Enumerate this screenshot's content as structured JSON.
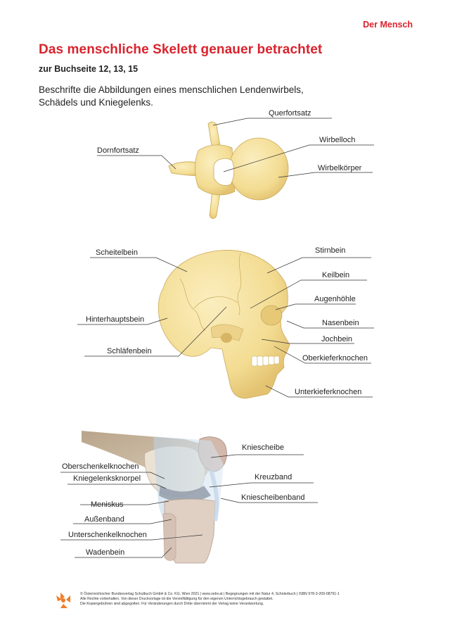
{
  "header": {
    "chapter": "Der Mensch"
  },
  "title": "Das menschliche Skelett genauer betrachtet",
  "subtitle": "zur Buchseite 12, 13, 15",
  "instruction": "Beschrifte die Abbildungen eines menschlichen Lendenwirbels, Schädels und Kniegelenks.",
  "vertebra": {
    "labels": {
      "querfortsatz": "Querfortsatz",
      "dornfortsatz": "Dornfortsatz",
      "wirbelloch": "Wirbelloch",
      "wirbelkoerper": "Wirbelkörper"
    }
  },
  "skull": {
    "labels": {
      "scheitelbein": "Scheitelbein",
      "hinterhauptsbein": "Hinterhauptsbein",
      "schlaefenbein": "Schläfenbein",
      "stirnbein": "Stirnbein",
      "keilbein": "Keilbein",
      "augenhoehle": "Augenhöhle",
      "nasenbein": "Nasenbein",
      "jochbein": "Jochbein",
      "oberkiefer": "Oberkieferknochen",
      "unterkiefer": "Unterkieferknochen"
    }
  },
  "knee": {
    "labels": {
      "oberschenkel": "Oberschenkelknochen",
      "knorpel": "Kniegelenksknorpel",
      "meniskus": "Meniskus",
      "aussenband": "Außenband",
      "unterschenkel": "Unterschenkelknochen",
      "wadenbein": "Wadenbein",
      "kniescheibe": "Kniescheibe",
      "kreuzband": "Kreuzband",
      "kniescheibenband": "Kniescheibenband"
    }
  },
  "footer": {
    "line1": "© Österreichischer Bundesverlag Schulbuch GmbH & Co. KG, Wien 2021 | www.oebv.at | Begegnungen mit der Natur 4, Schülerbuch | ISBN 978-3-209-08791-1",
    "line2": "Alle Rechte vorbehalten. Von dieser Druckvorlage ist die Vervielfältigung für den eigenen Unterrichtsgebrauch gestattet.",
    "line3": "Die Kopiergebühren sind abgegolten. Für Veränderungen durch Dritte übernimmt der Verlag keine Verantwortung."
  },
  "colors": {
    "accent": "#d9232d",
    "bone": "#f6e3a0",
    "bone_shade": "#e6c877",
    "logo": "#f07c28"
  }
}
